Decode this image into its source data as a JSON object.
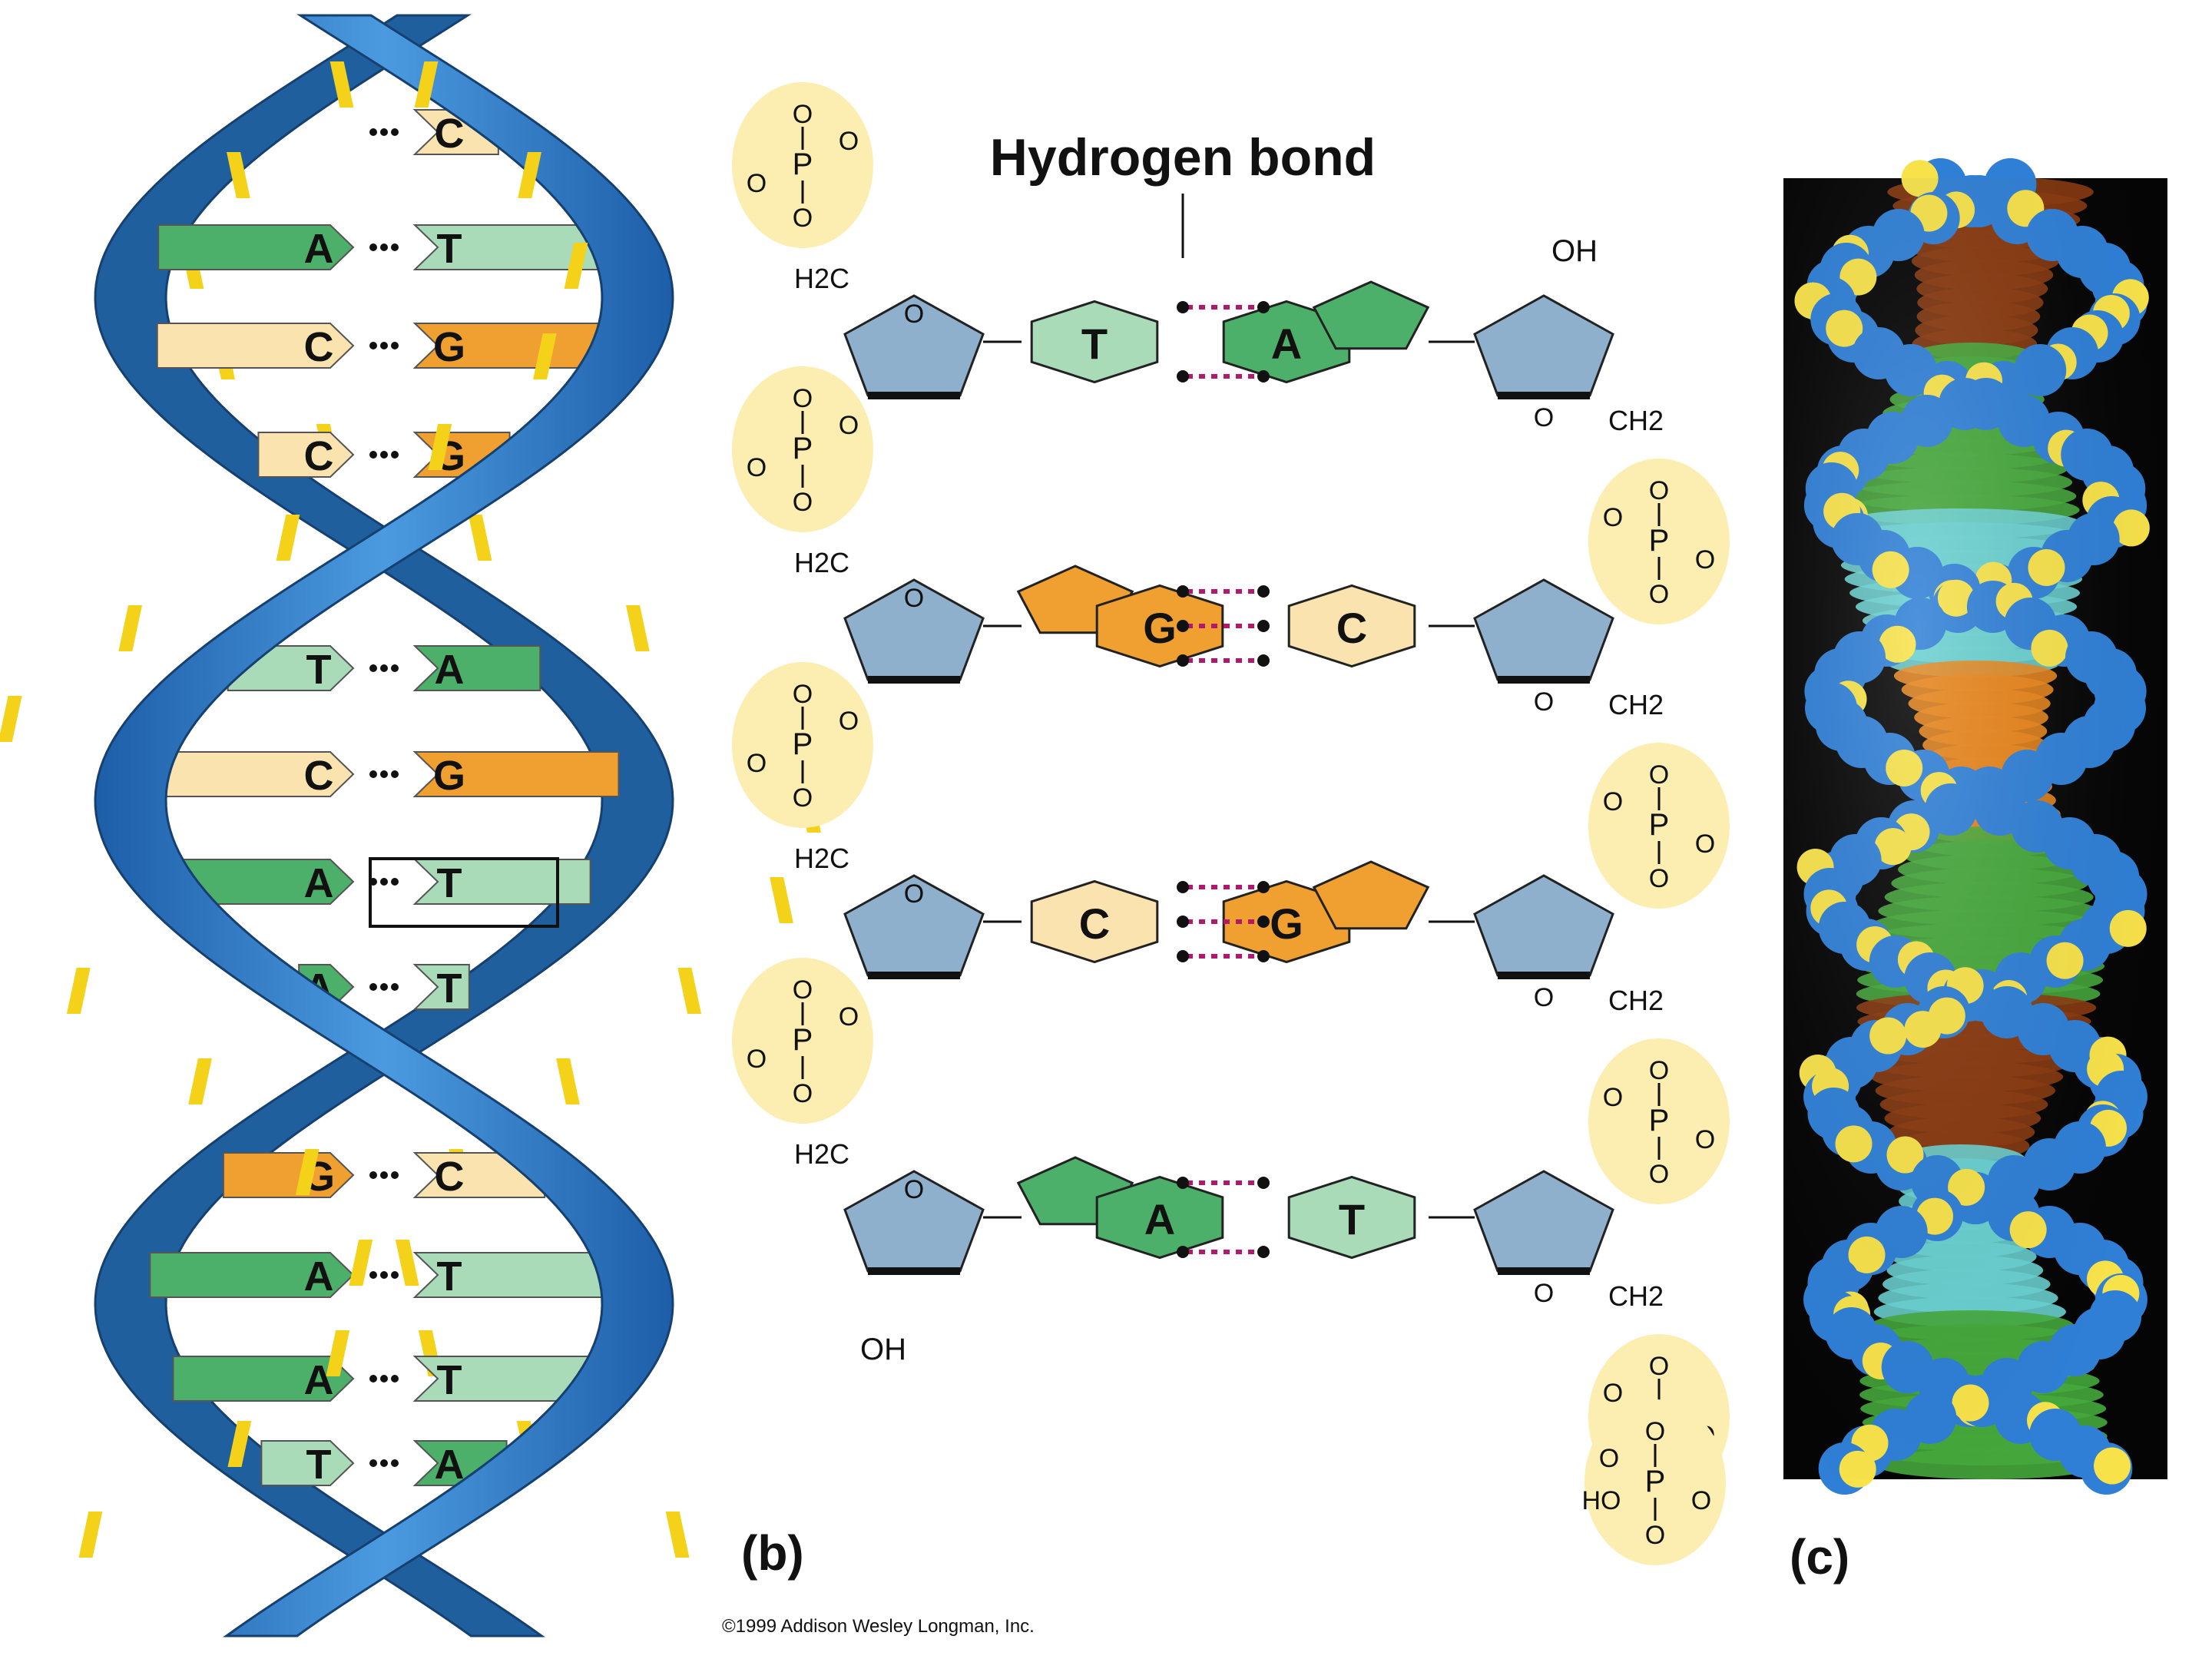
{
  "title_hydrogen_bond": "Hydrogen bond",
  "panel_b_label": "(b)",
  "panel_c_label": "(c)",
  "copyright": "©1999 Addison Wesley Longman, Inc.",
  "colors": {
    "backbone_blue": "#2f78c4",
    "backbone_yellow": "#f5d21a",
    "A": "#4caf6a",
    "T": "#a9dbb8",
    "G": "#f0a030",
    "C": "#fbe3b0",
    "sugar": "#8fb0cc",
    "phosphate_bg": "#fbeeb0",
    "hbond": "#b2186b"
  },
  "helix_pairs": [
    {
      "left": "",
      "right": "C"
    },
    {
      "left": "A",
      "right": "T"
    },
    {
      "left": "C",
      "right": "G"
    },
    {
      "left": "C",
      "right": "G"
    },
    {
      "left": "T",
      "right": "A"
    },
    {
      "left": "C",
      "right": "G"
    },
    {
      "left": "A",
      "right": "T"
    },
    {
      "left": "A",
      "right": "T"
    },
    {
      "left": "G",
      "right": "C"
    },
    {
      "left": "A",
      "right": "T"
    },
    {
      "left": "A",
      "right": "T"
    },
    {
      "left": "T",
      "right": "A"
    }
  ],
  "ladder_pairs": [
    {
      "left": "T",
      "right": "A"
    },
    {
      "left": "G",
      "right": "C"
    },
    {
      "left": "C",
      "right": "G"
    },
    {
      "left": "A",
      "right": "T"
    }
  ],
  "chem": {
    "O": "O",
    "OH": "OH",
    "P": "P",
    "O_minus": "O",
    "H2C": "H2C",
    "CH2": "CH2",
    "HO": "HO",
    "minus": "-",
    "sub2": "2"
  }
}
